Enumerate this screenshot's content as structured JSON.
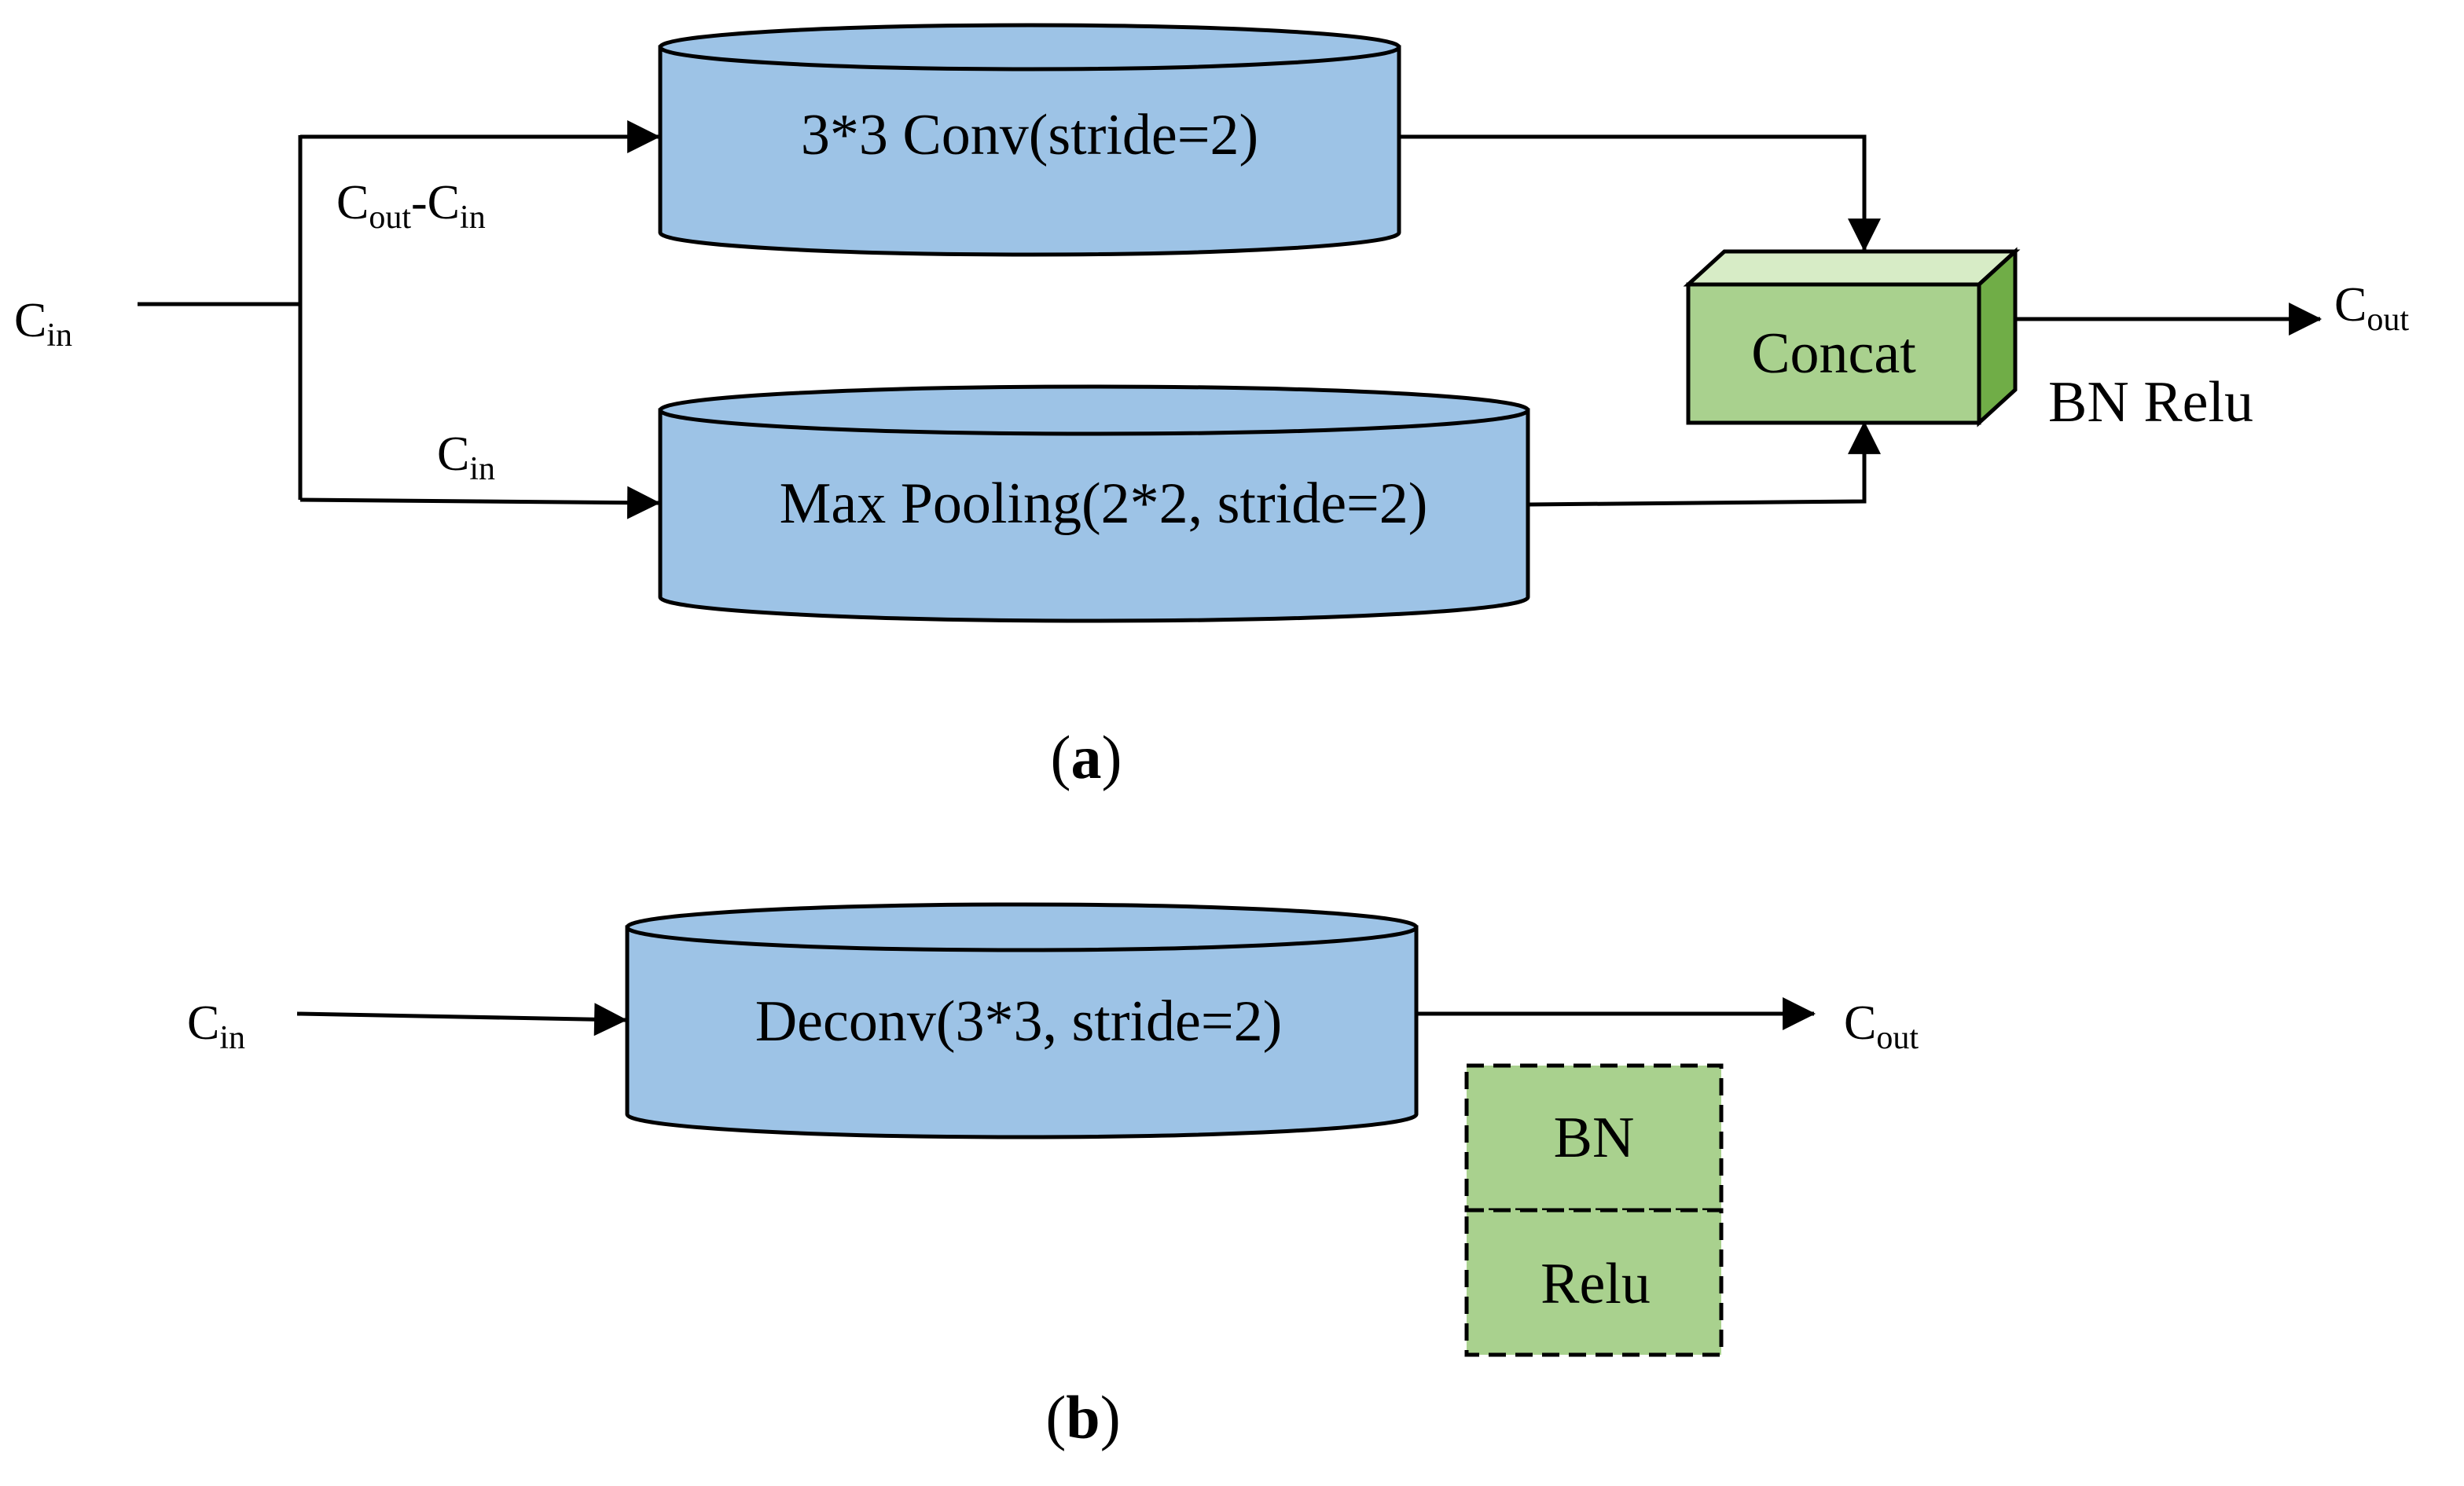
{
  "colors": {
    "cylinder": "#9dc3e6",
    "green": "#a9d18e",
    "green_light": "#d7ecc6",
    "green_dark": "#70ad47",
    "line": "#000000",
    "background": "#ffffff"
  },
  "panel_a": {
    "input": {
      "base": "C",
      "sub": "in"
    },
    "upper_branch": {
      "base": "C",
      "sub1": "out",
      "mid": "-C",
      "sub2": "in"
    },
    "lower_branch": {
      "base": "C",
      "sub": "in"
    },
    "conv_label": "3*3 Conv(stride=2)",
    "pool_label": "Max Pooling(2*2, stride=2)",
    "concat_label": "Concat",
    "post_label": "BN Relu",
    "output": {
      "base": "C",
      "sub": "out"
    },
    "caption": {
      "open": "(",
      "letter": "a",
      "close": ")"
    }
  },
  "panel_b": {
    "input": {
      "base": "C",
      "sub": "in"
    },
    "deconv_label": "Deconv(3*3, stride=2)",
    "output": {
      "base": "C",
      "sub": "out"
    },
    "bn_label": "BN",
    "relu_label": "Relu",
    "caption": {
      "open": "(",
      "letter": "b",
      "close": ")"
    }
  }
}
